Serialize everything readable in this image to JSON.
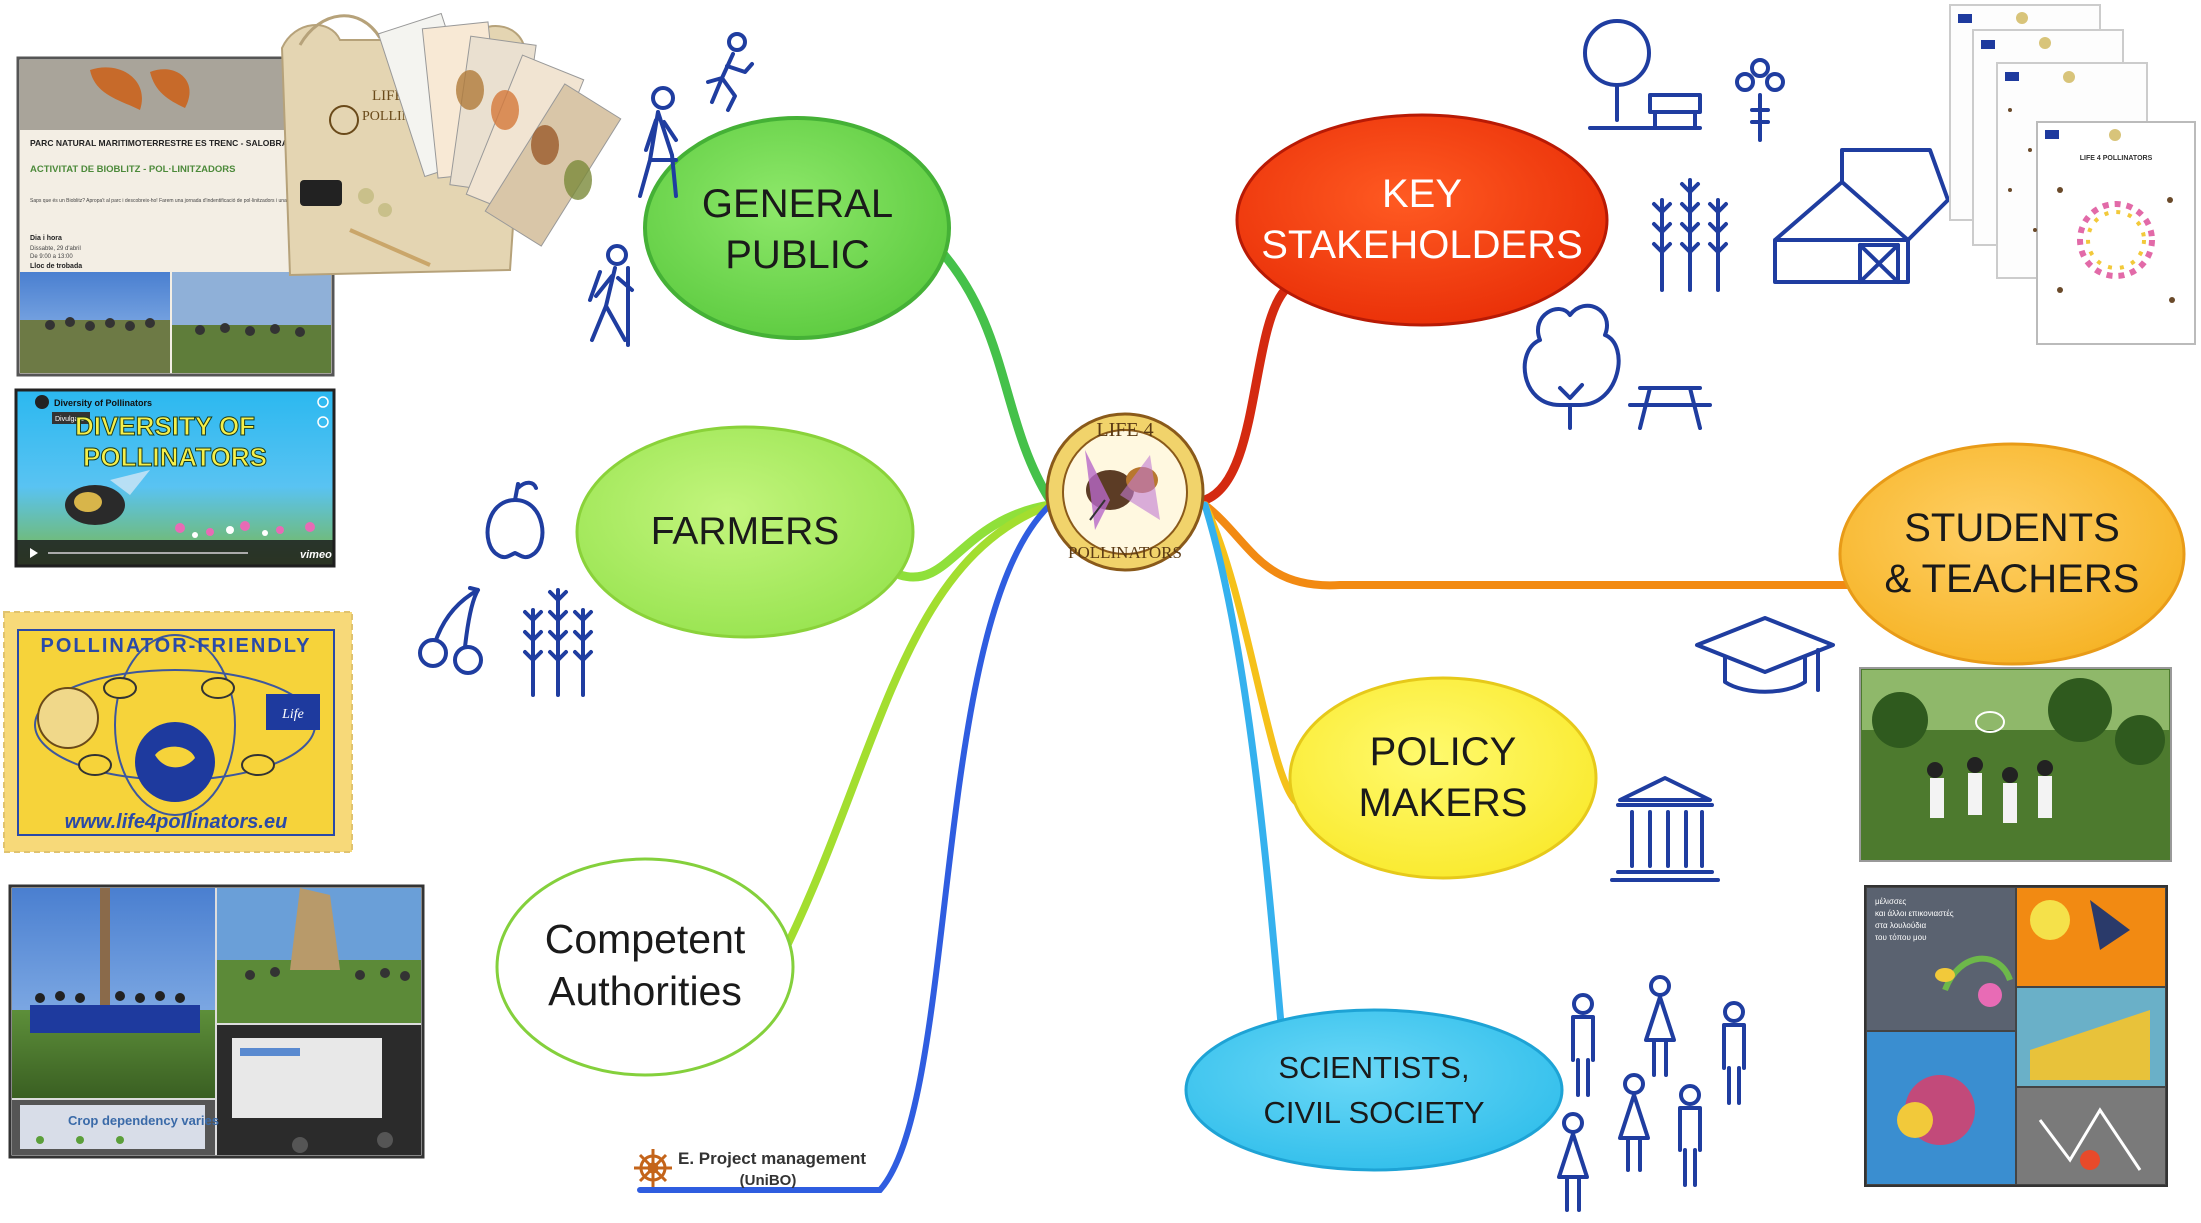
{
  "center": {
    "logo_top": "LIFE 4",
    "logo_bottom": "POLLINATORS"
  },
  "nodes": {
    "general_public": {
      "line1": "GENERAL",
      "line2": "PUBLIC",
      "color": "#6fd94e"
    },
    "farmers": {
      "line1": "FARMERS",
      "color": "#a8ec62"
    },
    "competent_authorities": {
      "line1": "Competent",
      "line2": "Authorities",
      "color": "#ffffff"
    },
    "key_stakeholders": {
      "line1": "KEY",
      "line2": "STAKEHOLDERS",
      "color": "#f23a0a"
    },
    "students_teachers": {
      "line1": "STUDENTS",
      "line2": "& TEACHERS",
      "color": "#f7bd2e"
    },
    "policy_makers": {
      "line1": "POLICY",
      "line2": "MAKERS",
      "color": "#fff23a"
    },
    "scientists": {
      "line1": "SCIENTISTS,",
      "line2": "CIVIL SOCIETY",
      "color": "#3ec9f0"
    }
  },
  "project_management": {
    "line1": "E. Project management",
    "line2": "(UniBO)"
  },
  "bioblitz_poster": {
    "heading": "PARC NATURAL MARITIMOTERRESTRE ES TRENC - SALOBRAR DE CAMPOS",
    "activity": "ACTIVITAT DE BIOBLITZ - POL·LINITZADORS",
    "body": "Saps que és un Bioblitz? Apropa't al parc i descobreix-ho! Farem una jornada d'indentificació de pol·linitzadors i una visita a diferents espais des Trenc.",
    "day_label": "Dia i hora",
    "day_value": "Dissabte, 29 d'abril",
    "time_value": "De 9:00 a 13:00",
    "place_label": "Lloc de trobada"
  },
  "tote_bag": {
    "brand_line1": "LIFE 4",
    "brand_line2": "POLLINATORS"
  },
  "video": {
    "channel": "Diversity of Pollinators",
    "tag": "Divulgare",
    "title_line1": "DIVERSITY OF",
    "title_line2": "POLLINATORS",
    "player": "vimeo"
  },
  "stamp": {
    "header": "POLLINATOR-FRIENDLY",
    "url": "www.life4pollinators.eu",
    "life_badge": "Life"
  },
  "event_photo": {
    "slide_caption": "Crop dependency varies"
  },
  "booklets": {
    "title": "LIFE 4 POLLINATORS"
  },
  "greek_poster": {
    "line1": "μέλισσες",
    "line2": "και άλλοι επικονιαστές",
    "line3": "στα λουλούδια",
    "line4": "του τόπου μου"
  },
  "branch_colors": {
    "general_public": "#45c14a",
    "farmers": "#8fe03a",
    "competent_authorities": "#a3de2f",
    "project_management": "#2f5de0",
    "key_stakeholders": "#d42a10",
    "students_teachers": "#f28a12",
    "policy_makers": "#f5c11a",
    "scientists": "#35b1ee"
  },
  "icon_color": "#1f3da0"
}
